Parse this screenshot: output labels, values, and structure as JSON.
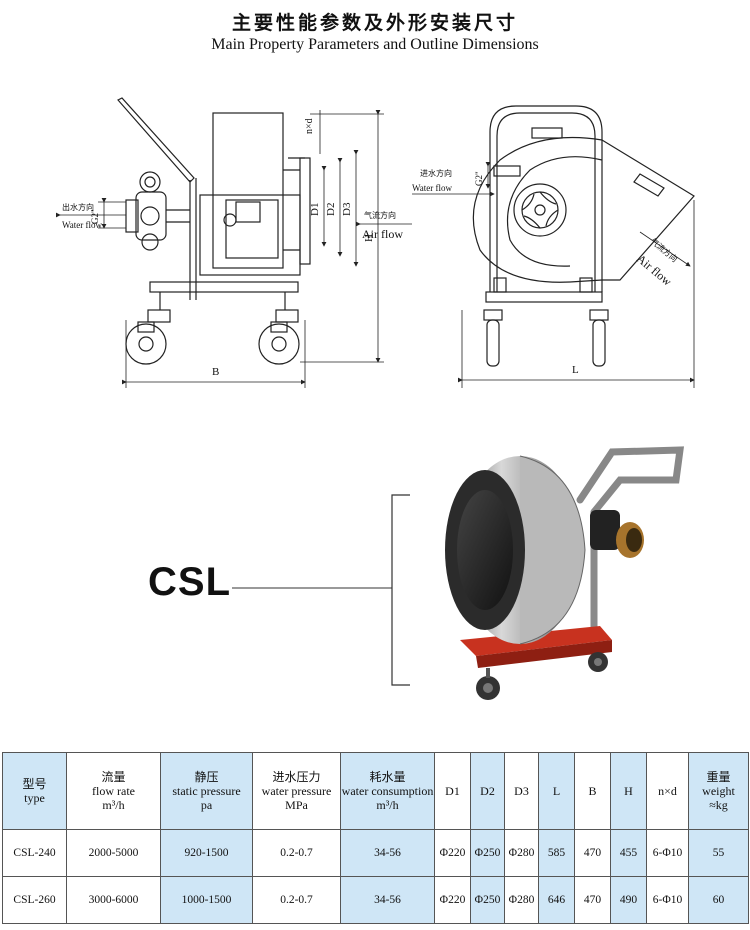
{
  "title_cn": "主要性能参数及外形安装尺寸",
  "title_en": "Main Property Parameters and Outline Dimensions",
  "drawing_labels": {
    "nxd": "n×d",
    "D1": "D1",
    "D2": "D2",
    "D3": "D3",
    "H": "H",
    "G2": "G2\"",
    "B": "B",
    "L": "L",
    "water_out_cn": "出水方向",
    "water_flow": "Water flow",
    "water_in_cn": "进水方向",
    "air_cn": "气流方向",
    "air_flow": "Air flow"
  },
  "model_label": "CSL",
  "table": {
    "headers": [
      {
        "cn": "型号",
        "en": "type"
      },
      {
        "cn": "流量",
        "en": "flow rate",
        "unit": "m³/h"
      },
      {
        "cn": "静压",
        "en": "static pressure",
        "unit": "pa"
      },
      {
        "cn": "进水压力",
        "en": "water pressure",
        "unit": "MPa"
      },
      {
        "cn": "耗水量",
        "en": "water consumption",
        "unit": "m³/h"
      },
      {
        "en": "D1"
      },
      {
        "en": "D2"
      },
      {
        "en": "D3"
      },
      {
        "en": "L"
      },
      {
        "en": "B"
      },
      {
        "en": "H"
      },
      {
        "en": "n×d"
      },
      {
        "cn": "重量",
        "en": "weight",
        "unit": "≈kg"
      }
    ],
    "rows": [
      [
        "CSL-240",
        "2000-5000",
        "920-1500",
        "0.2-0.7",
        "34-56",
        "Φ220",
        "Φ250",
        "Φ280",
        "585",
        "470",
        "455",
        "6-Φ10",
        "55"
      ],
      [
        "CSL-260",
        "3000-6000",
        "1000-1500",
        "0.2-0.7",
        "34-56",
        "Φ220",
        "Φ250",
        "Φ280",
        "646",
        "470",
        "490",
        "6-Φ10",
        "60"
      ]
    ]
  }
}
